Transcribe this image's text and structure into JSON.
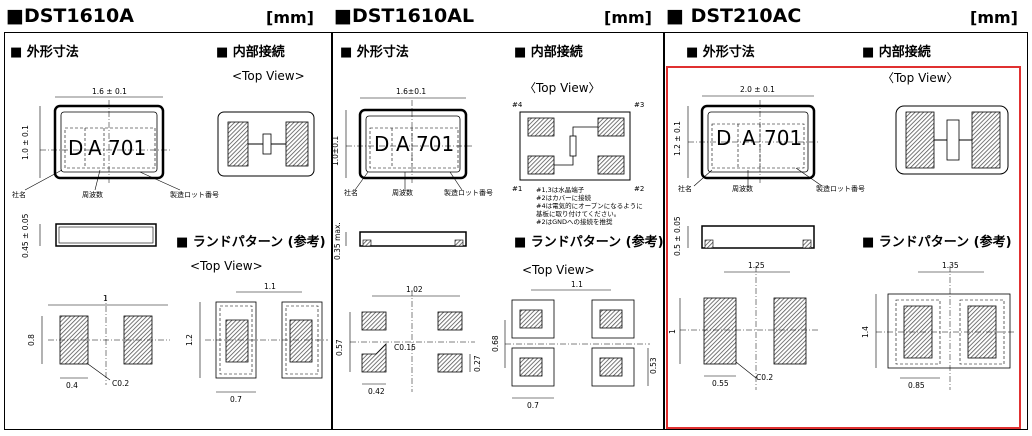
{
  "panels": [
    {
      "title": "■DST1610A",
      "unit": "[mm]",
      "outline_heading": "■ 外形寸法",
      "connection_heading": "■ 内部接続",
      "top_view": "<Top View>",
      "marking": [
        "D",
        "A",
        "701"
      ],
      "dims": {
        "width": "1.6 ± 0.1",
        "height": "1.0 ± 0.1",
        "thickness": "0.45 ± 0.05"
      },
      "labels": {
        "company": "社名",
        "frequency": "周波数",
        "lot": "製造ロット番号"
      },
      "land_heading": "■ ランドパターン (参考)",
      "land_top_view": "<Top View>",
      "land_dims": {
        "pitch": "1",
        "height": "0.8",
        "pad_width": "0.4",
        "chamfer": "C0.2",
        "right_pitch": "1.1",
        "right_height": "1.2",
        "right_width": "0.7"
      }
    },
    {
      "title": "■DST1610AL",
      "unit": "[mm]",
      "outline_heading": "■ 外形寸法",
      "connection_heading": "■ 内部接続",
      "top_view": "〈Top View〉",
      "marking": [
        "D",
        "A",
        "701"
      ],
      "dims": {
        "width": "1.6±0.1",
        "height": "1.0±0.1",
        "thickness": "0.35 max."
      },
      "labels": {
        "company": "社名",
        "frequency": "周波数",
        "lot": "製造ロット番号"
      },
      "pins": [
        "#4",
        "#3",
        "#1",
        "#2"
      ],
      "notes": [
        "#1,3は水晶端子",
        "#2はカバーに接続",
        "#4は電気的にオープンになるように",
        "基板に取り付けてください。",
        "#2はGNDへの接続を推奨"
      ],
      "land_heading": "■ ランドパターン (参考)",
      "land_top_view": "<Top View>",
      "land_dims": {
        "pitch": "1.02",
        "height": "0.57",
        "pad_width": "0.42",
        "chamfer": "C0.15",
        "pad_height": "0.27",
        "right_pitch": "1.1",
        "right_height": "0.68",
        "right_width": "0.7",
        "right_pad": "0.53"
      }
    },
    {
      "title": "■ DST210AC",
      "unit": "[mm]",
      "outline_heading": "■ 外形寸法",
      "connection_heading": "■ 内部接続",
      "top_view": "〈Top View〉",
      "marking": [
        "D",
        "A",
        "701"
      ],
      "dims": {
        "width": "2.0 ± 0.1",
        "height": "1.2 ± 0.1",
        "thickness": "0.5 ± 0.05"
      },
      "labels": {
        "company": "社名",
        "frequency": "周波数",
        "lot": "製造ロット番号"
      },
      "land_heading": "■ ランドパターン (参考)",
      "land_dims": {
        "pitch": "1.25",
        "height": "1",
        "pad_width": "0.55",
        "chamfer": "C0.2",
        "right_pitch": "1.35",
        "right_height": "1.4",
        "right_width": "0.85"
      }
    }
  ],
  "colors": {
    "highlight": "#e03030",
    "hatch": "#555555",
    "line": "#000000"
  }
}
